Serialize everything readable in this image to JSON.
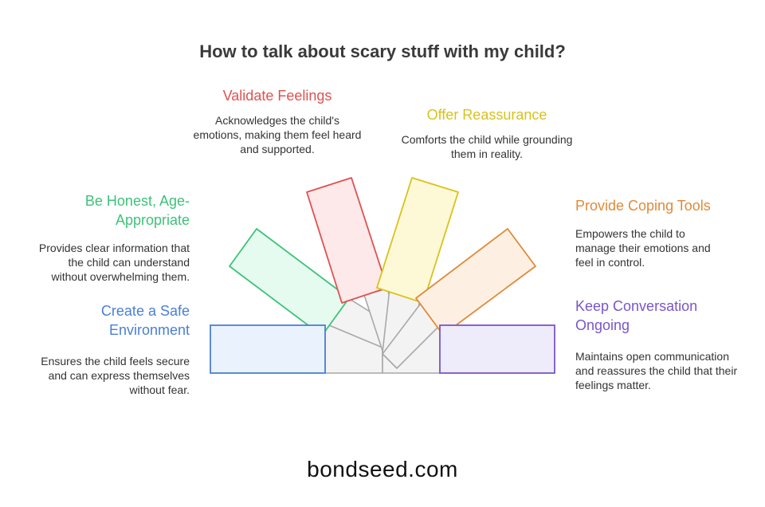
{
  "title": "How to talk about scary stuff with my child?",
  "footer": "bondseed.com",
  "items": [
    {
      "heading": "Be Honest, Age-Appropriate",
      "description": "Provides clear information that the child can understand without overwhelming them.",
      "color": "#3ec27a",
      "fill": "#e6fbef"
    },
    {
      "heading": "Create a Safe Environment",
      "description": "Ensures the child feels secure and can express themselves without fear.",
      "color": "#4a7fd4",
      "fill": "#eaf2fd"
    },
    {
      "heading": "Validate Feelings",
      "description": "Acknowledges the child's emotions, making them feel heard and supported.",
      "color": "#e05151",
      "fill": "#fde9e9"
    },
    {
      "heading": "Offer Reassurance",
      "description": "Comforts the child while grounding them in reality.",
      "color": "#d9c21b",
      "fill": "#fdf8d6"
    },
    {
      "heading": "Provide Coping Tools",
      "description": "Empowers the child to manage their emotions and feel in control.",
      "color": "#e08a3a",
      "fill": "#fdf0e3"
    },
    {
      "heading": "Keep Conversation Ongoing",
      "description": "Maintains open communication and reassures the child that their feelings matter.",
      "color": "#7a55c9",
      "fill": "#eeebfb"
    }
  ]
}
